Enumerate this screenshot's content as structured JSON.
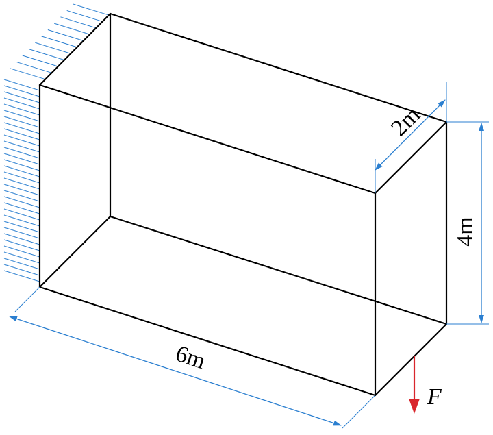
{
  "colors": {
    "edge": "#000000",
    "dimension": "#2b7fd0",
    "force": "#d9262c"
  },
  "labels": {
    "length": "6m",
    "height": "4m",
    "depth": "2m",
    "force": "F"
  }
}
